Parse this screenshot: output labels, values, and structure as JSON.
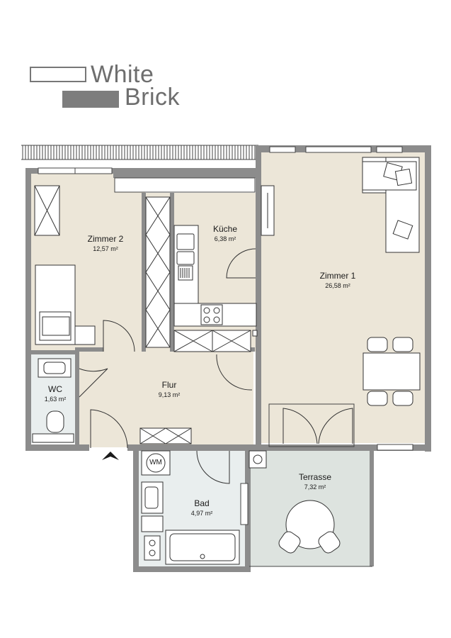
{
  "brand": {
    "line1": "White",
    "line2": "Brick"
  },
  "rooms": {
    "zimmer2": {
      "name": "Zimmer 2",
      "area": "12,57 m²"
    },
    "kueche": {
      "name": "Küche",
      "area": "6,38 m²"
    },
    "zimmer1": {
      "name": "Zimmer 1",
      "area": "26,58 m²"
    },
    "wc": {
      "name": "WC",
      "area": "1,63 m²"
    },
    "flur": {
      "name": "Flur",
      "area": "9,13 m²"
    },
    "bad": {
      "name": "Bad",
      "area": "4,97 m²"
    },
    "terrasse": {
      "name": "Terrasse",
      "area": "7,32 m²"
    }
  },
  "fixtures": {
    "washing_machine": "WM"
  },
  "colors": {
    "wall": "#8c8c8c",
    "floor_warm": "#ece6d8",
    "floor_wet": "#e9eeee",
    "floor_terrace": "#dde3df",
    "line": "#555555"
  }
}
